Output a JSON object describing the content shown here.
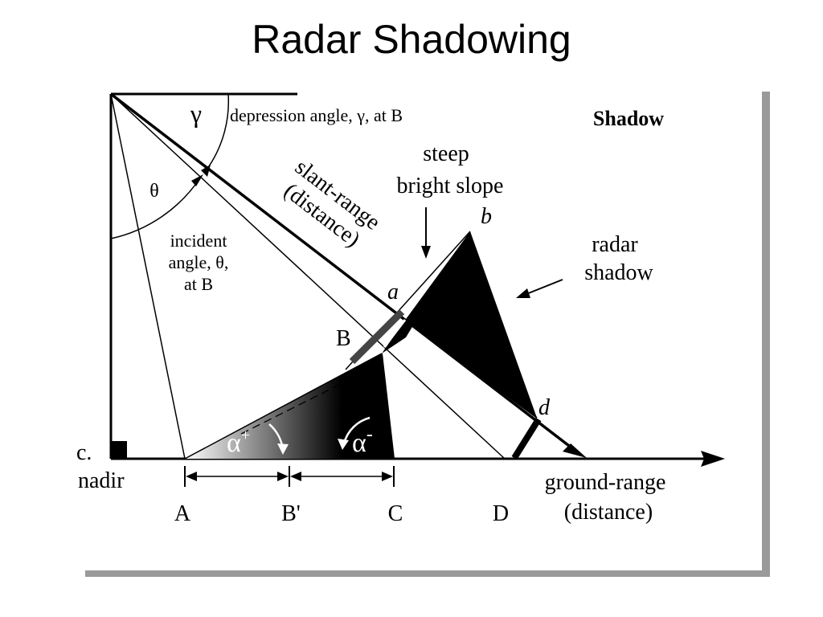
{
  "slide": {
    "title": "Radar Shadowing"
  },
  "diagram": {
    "heading": "Shadow",
    "labels": {
      "gamma_symbol": "γ",
      "theta_symbol": "θ",
      "depression_angle": "depression angle, γ, at B",
      "incident_line1": "incident",
      "incident_line2": "angle, θ,",
      "incident_line3": "at B",
      "slant_range_line1": "slant-range",
      "slant_range_line2": "(distance)",
      "steep_line1": "steep",
      "steep_line2": "bright slope",
      "radar_shadow_line1": "radar",
      "radar_shadow_line2": "shadow",
      "alpha_plus": "α",
      "alpha_plus_sup": "+",
      "alpha_minus": "α",
      "alpha_minus_sup": "-",
      "ground_range_line1": "ground-range",
      "ground_range_line2": "(distance)",
      "nadir_c": "c.",
      "nadir": "nadir"
    },
    "points": {
      "a": "a",
      "b": "b",
      "d": "d",
      "B": "B",
      "A": "A",
      "B_prime": "B'",
      "C": "C",
      "D": "D"
    },
    "colors": {
      "ink": "#000000",
      "panel": "#ffffff",
      "drop_shadow": "#9a9a9a",
      "gradient_start": "#ffffff",
      "gradient_end": "#000000"
    }
  }
}
